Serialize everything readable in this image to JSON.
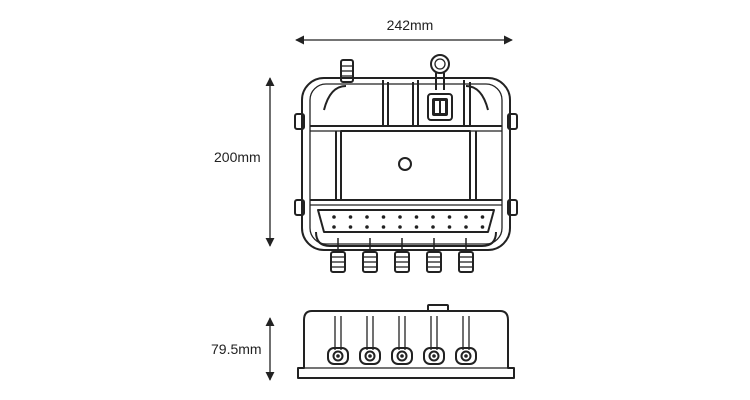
{
  "dimensions": {
    "width_label": "242mm",
    "height_label": "200mm",
    "depth_label": "79.5mm"
  },
  "colors": {
    "line": "#222222",
    "background": "#ffffff"
  },
  "views": {
    "front": {
      "bottom_connector_count": 5,
      "terminal_rows": 2,
      "terminal_columns": 10
    },
    "side": {
      "connector_count": 5
    }
  }
}
